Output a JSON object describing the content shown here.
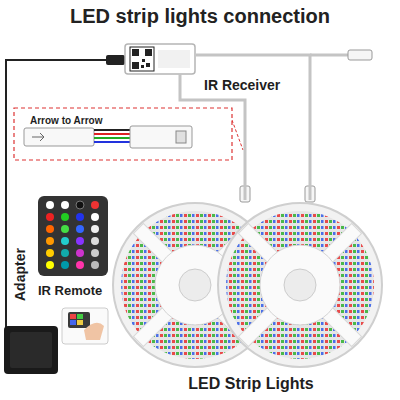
{
  "diagram": {
    "title": "LED strip lights connection",
    "nodes": [
      {
        "text": [
          "IR Receiver"
        ]
      },
      {
        "text": [
          "Arrow to Arrow"
        ]
      },
      {
        "text": [
          "IR Remote"
        ]
      },
      {
        "text": [
          "Adapter"
        ]
      },
      {
        "text": [
          "LED Strip Lights"
        ]
      }
    ],
    "edges": [
      {
        "from": 3,
        "to": 0,
        "arrow": "none"
      },
      {
        "from": 0,
        "to": 4,
        "arrow": "none"
      },
      {
        "from": 0,
        "to": 4,
        "arrow": "none"
      }
    ]
  }
}
